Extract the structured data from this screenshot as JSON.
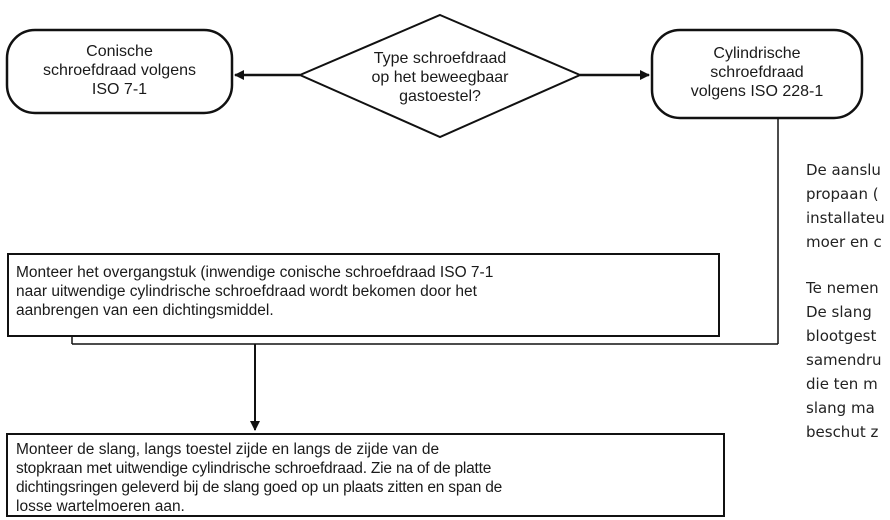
{
  "diagram": {
    "decision": {
      "lines": [
        "Type schroefdraad",
        "op het beweegbaar",
        "gastoestel?"
      ]
    },
    "left_node": {
      "lines": [
        "Conische",
        "schroefdraad volgens",
        "ISO 7-1"
      ]
    },
    "right_node": {
      "lines": [
        "Cylindrische",
        "schroefdraad",
        "volgens ISO 228-1"
      ]
    },
    "box1": {
      "lines": [
        "Monteer het overgangstuk (inwendige conische schroefdraad ISO 7-1",
        "naar uitwendige cylindrische schroefdraad wordt bekomen door het",
        "aanbrengen van een dichtingsmiddel."
      ]
    },
    "box2": {
      "lines": [
        "Monteer de slang, langs toestel zijde en langs de zijde van de",
        "stopkraan met  uitwendige cylindrische schroefdraad. Zie na of de platte",
        "dichtingsringen geleverd bij de slang goed op un plaats zitten en span de",
        "losse wartelmoeren aan."
      ]
    }
  },
  "side_text": {
    "para1": [
      "De aanslu",
      "propaan (",
      "installateu",
      "moer en c"
    ],
    "para2": [
      "Te nemen",
      "De slang",
      "blootgest",
      "samendru",
      "die ten m",
      "slang ma",
      "beschut z"
    ]
  }
}
